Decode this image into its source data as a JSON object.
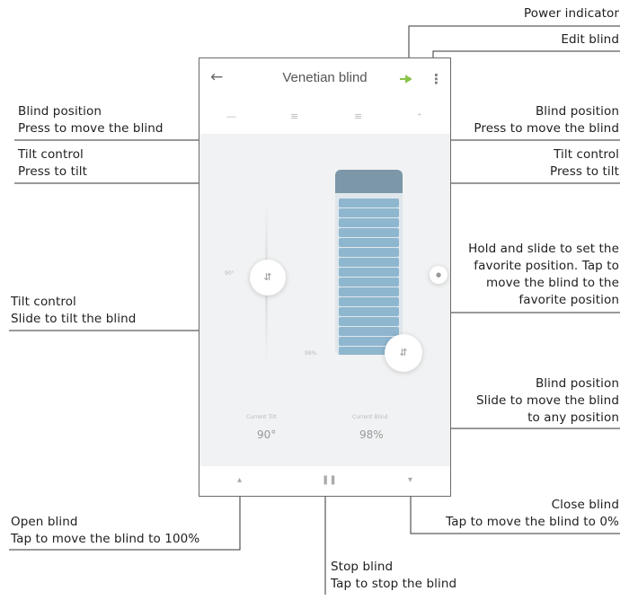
{
  "annotations": {
    "power_indicator": "Power indicator",
    "edit_blind": "Edit blind",
    "blind_position_left": {
      "title": "Blind position",
      "desc": "Press to move the blind"
    },
    "blind_position_right": {
      "title": "Blind position",
      "desc": "Press to move the blind"
    },
    "tilt_control_left": {
      "title": "Tilt control",
      "desc": "Press to tilt"
    },
    "tilt_control_right": {
      "title": "Tilt control",
      "desc": "Press to tilt"
    },
    "favorite": {
      "line1": "Hold and slide to set the",
      "line2": "favorite position. Tap to",
      "line3": "move the blind to the",
      "line4": "favorite position"
    },
    "tilt_slide": {
      "title": "Tilt control",
      "desc": "Slide to tilt the blind"
    },
    "blind_slide": {
      "title": "Blind position",
      "desc1": "Slide to move the blind",
      "desc2": "to any position"
    },
    "open_blind": {
      "title": "Open blind",
      "desc": "Tap to move the blind to 100%"
    },
    "stop_blind": {
      "title": "Stop blind",
      "desc": "Tap to stop the blind"
    },
    "close_blind": {
      "title": "Close blind",
      "desc": "Tap to move the blind to 0%"
    }
  },
  "app": {
    "title": "Venetian blind",
    "back_icon": "arrow-left-icon",
    "power_icon": "power-indicator-icon",
    "menu_icon": "more-vertical-icon",
    "tilt_label": "90°",
    "position_label": "98%",
    "current_tilt_label": "Current Tilt",
    "current_tilt_value": "90°",
    "current_position_label": "Current Blind",
    "current_position_value": "98%",
    "blind_level": 0.98
  },
  "colors": {
    "accent": "#8bc34a",
    "blind_head": "#7b97a8",
    "slat": "#8fb6cf",
    "line": "#333333"
  }
}
